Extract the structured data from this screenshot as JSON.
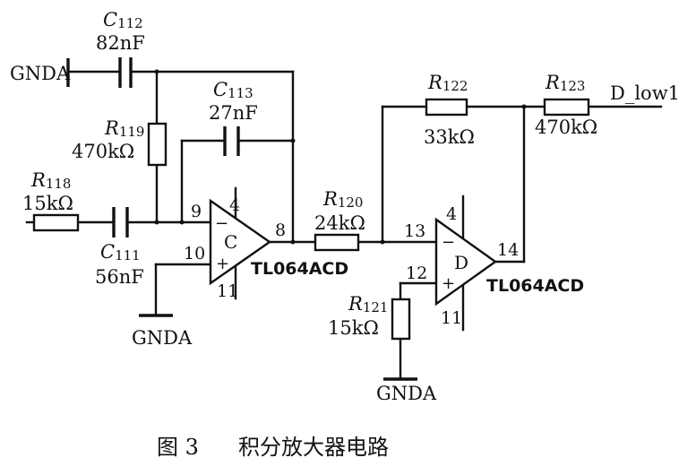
{
  "nets": {
    "gnda_top": "GNDA",
    "gnda_c": "GNDA",
    "gnda_d": "GNDA",
    "output": "D_low1"
  },
  "components": {
    "c112": {
      "ref": "C",
      "num": "112",
      "value": "82nF"
    },
    "c113": {
      "ref": "C",
      "num": "113",
      "value": "27nF"
    },
    "c111": {
      "ref": "C",
      "num": "111",
      "value": "56nF"
    },
    "r119": {
      "ref": "R",
      "num": "119",
      "value": "470kΩ"
    },
    "r118": {
      "ref": "R",
      "num": "118",
      "value": "15kΩ"
    },
    "r120": {
      "ref": "R",
      "num": "120",
      "value": "24kΩ"
    },
    "r122": {
      "ref": "R",
      "num": "122",
      "value": "33kΩ"
    },
    "r123": {
      "ref": "R",
      "num": "123",
      "value": "470kΩ"
    },
    "r121": {
      "ref": "R",
      "num": "121",
      "value": "15kΩ"
    }
  },
  "opamps": {
    "c": {
      "name": "C",
      "part": "TL064ACD",
      "pin_inv": "9",
      "pin_noninv": "10",
      "pin_out": "8",
      "pin_vplus": "4",
      "pin_vminus": "11",
      "minus": "−",
      "plus": "+"
    },
    "d": {
      "name": "D",
      "part": "TL064ACD",
      "pin_inv": "13",
      "pin_noninv": "12",
      "pin_out": "14",
      "pin_vplus": "4",
      "pin_vminus": "11",
      "minus": "−",
      "plus": "+"
    }
  },
  "caption": {
    "fig": "图 3",
    "title": "积分放大器电路"
  }
}
